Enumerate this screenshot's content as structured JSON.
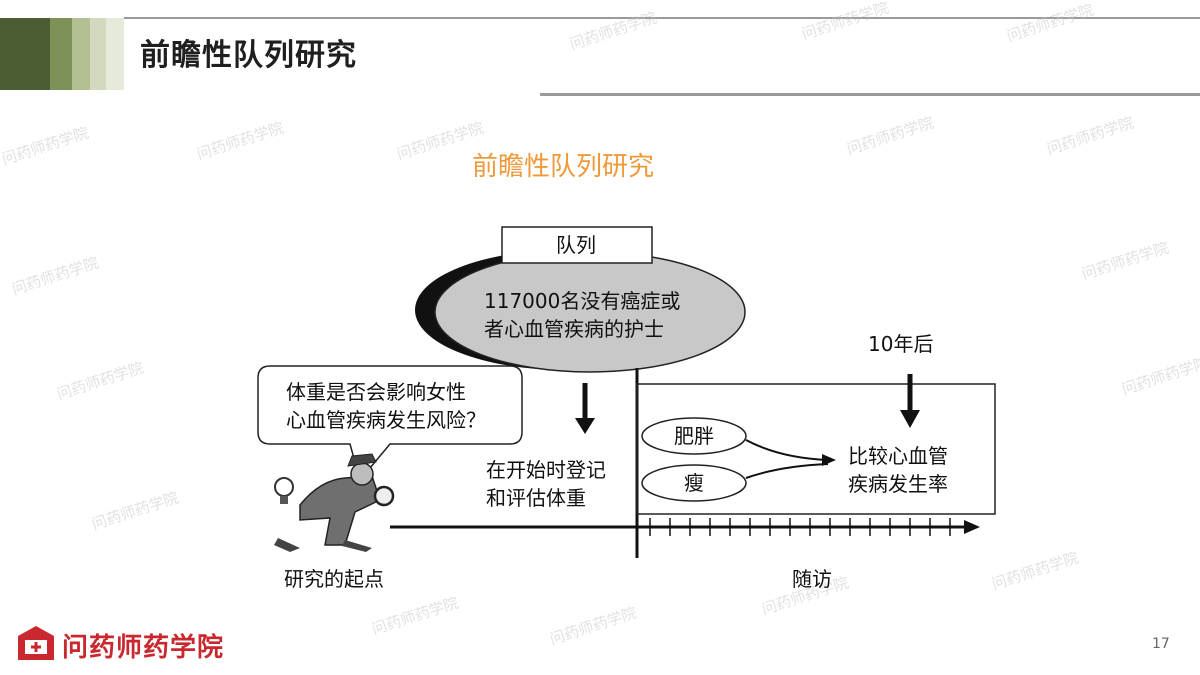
{
  "slide": {
    "title": "前瞻性队列研究",
    "subtitle": "前瞻性队列研究",
    "page_number": "17"
  },
  "diagram": {
    "cohort_label": "队列",
    "cohort_desc_line1": "117000名没有癌症或",
    "cohort_desc_line2": "者心血管疾病的护士",
    "question_line1": "体重是否会影响女性",
    "question_line2": "心血管疾病发生风险？",
    "baseline_line1": "在开始时登记",
    "baseline_line2": "和评估体重",
    "ten_years": "10年后",
    "group_fat": "肥胖",
    "group_thin": "瘦",
    "compare_line1": "比较心血管",
    "compare_line2": "疾病发生率",
    "start_label": "研究的起点",
    "followup_label": "随访"
  },
  "brand": {
    "logo_text": "问药师药学院",
    "watermark_text": "问药师药学院",
    "colors": {
      "header_dark": "#4b5d33",
      "header_mid": "#7e9159",
      "header_light": "#c5cfae",
      "subtitle_orange": "#ee9a3a",
      "logo_red": "#c8282e"
    }
  }
}
